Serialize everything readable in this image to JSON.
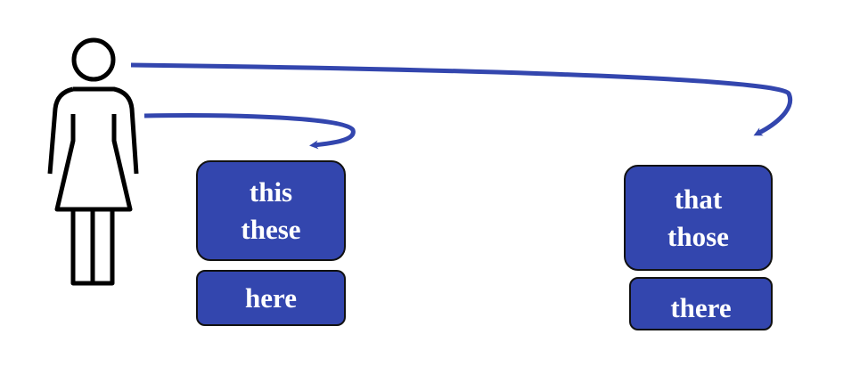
{
  "colors": {
    "accent": "#3346ae",
    "outline": "#111111"
  },
  "icons": [
    "person-icon",
    "arrow-near-icon",
    "arrow-far-icon"
  ],
  "near": {
    "line1": "this",
    "line2": "these",
    "place": "here"
  },
  "far": {
    "line1": "that",
    "line2": "those",
    "place": "there"
  }
}
